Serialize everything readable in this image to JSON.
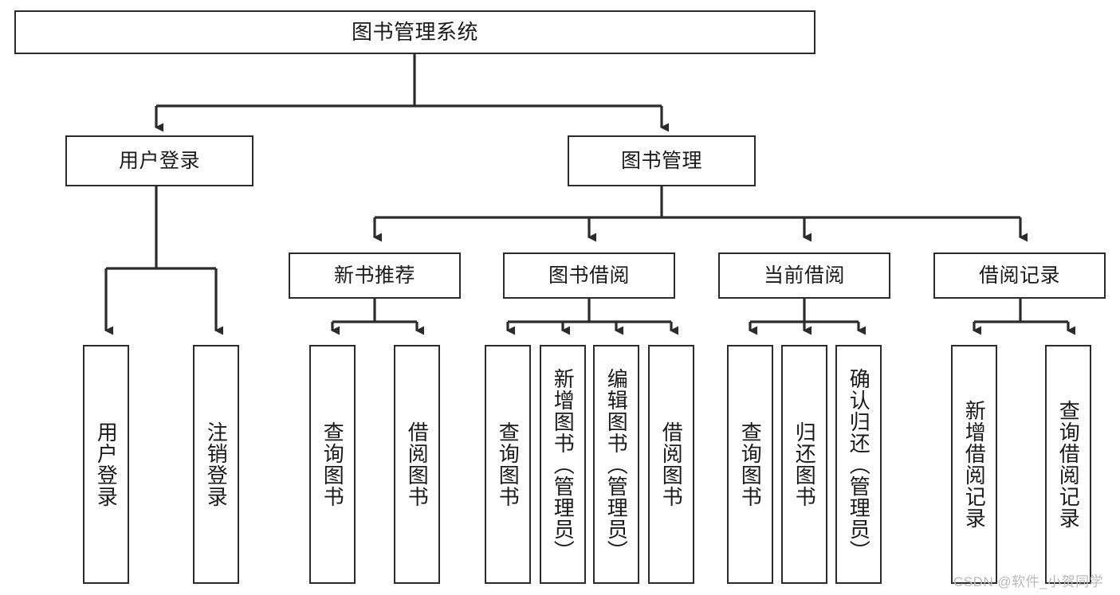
{
  "diagram": {
    "type": "tree-hierarchy-chart",
    "root": {
      "id": "root",
      "label": "图书管理系统"
    },
    "level2": [
      {
        "id": "user-login",
        "label": "用户登录"
      },
      {
        "id": "book-manage",
        "label": "图书管理"
      }
    ],
    "level3": [
      {
        "id": "new-book-rec",
        "label": "新书推荐",
        "parent": "book-manage"
      },
      {
        "id": "book-borrow",
        "label": "图书借阅",
        "parent": "book-manage"
      },
      {
        "id": "current-borrow",
        "label": "当前借阅",
        "parent": "book-manage"
      },
      {
        "id": "borrow-record",
        "label": "借阅记录",
        "parent": "book-manage"
      }
    ],
    "leaves": {
      "user_login": [
        {
          "id": "leaf-user-login",
          "label": "用户登录"
        },
        {
          "id": "leaf-user-logout",
          "label": "注销登录"
        }
      ],
      "new_book_rec": [
        {
          "id": "leaf-query-book-1",
          "label": "查询图书"
        },
        {
          "id": "leaf-borrow-book-1",
          "label": "借阅图书"
        }
      ],
      "book_borrow": [
        {
          "id": "leaf-query-book-2",
          "label": "查询图书"
        },
        {
          "id": "leaf-add-book",
          "label": "新增图书（管理员）"
        },
        {
          "id": "leaf-edit-book",
          "label": "编辑图书（管理员）"
        },
        {
          "id": "leaf-borrow-book-2",
          "label": "借阅图书"
        }
      ],
      "current_borrow": [
        {
          "id": "leaf-query-book-3",
          "label": "查询图书"
        },
        {
          "id": "leaf-return-book",
          "label": "归还图书"
        },
        {
          "id": "leaf-confirm-return",
          "label": "确认归还（管理员）"
        }
      ],
      "borrow_record": [
        {
          "id": "leaf-add-record",
          "label": "新增借阅记录"
        },
        {
          "id": "leaf-query-record",
          "label": "查询借阅记录"
        }
      ]
    }
  },
  "watermark": {
    "text": "CSDN @软件_小贺同学"
  },
  "colors": {
    "stroke": "#2b2b2b",
    "fill": "#ffffff",
    "text": "#1a1a1a",
    "watermark": "#b9b9b9"
  }
}
